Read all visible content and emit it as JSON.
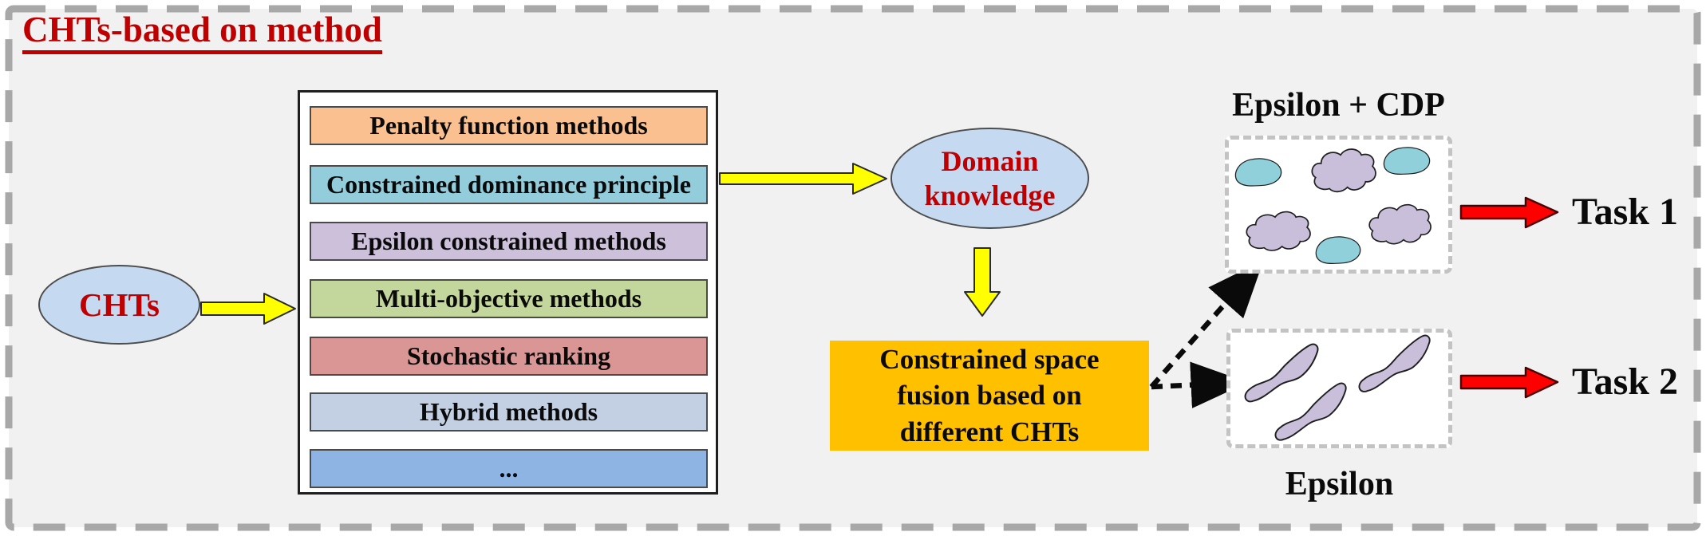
{
  "colors": {
    "background": "#f1f1f1",
    "frame_stroke": "#a8a8a8",
    "title_red": "#c00000",
    "node_fill": "#c5d9f1",
    "node_stroke": "#4d4d4d",
    "yellow": "#ffff00",
    "red_arrow": "#ff0000",
    "fusion_orange": "#ffc000",
    "teal_shape": "#8fd0db",
    "lavender_shape": "#c9bfda",
    "dashed_box_border": "#c3c3c3",
    "text_black": "#0a0a0a"
  },
  "frame": {
    "title": "CHTs-based on method"
  },
  "chts": {
    "label": "CHTs"
  },
  "methods": {
    "items": [
      {
        "label": "Penalty function methods",
        "color": "#fac090"
      },
      {
        "label": "Constrained dominance principle",
        "color": "#93cddc"
      },
      {
        "label": "Epsilon constrained methods",
        "color": "#ccc0da"
      },
      {
        "label": "Multi-objective methods",
        "color": "#c3d69b"
      },
      {
        "label": "Stochastic ranking",
        "color": "#d99694"
      },
      {
        "label": "Hybrid methods",
        "color": "#c3d0e3"
      },
      {
        "label": "...",
        "color": "#8db4e2"
      }
    ]
  },
  "domain": {
    "label": "Domain knowledge"
  },
  "fusion": {
    "label": "Constrained space fusion based on different CHTs"
  },
  "epsilon_cdp": {
    "title": "Epsilon + CDP",
    "task": "Task 1"
  },
  "epsilon": {
    "caption": "Epsilon",
    "task": "Task 2"
  },
  "icons": {
    "yellow_arrow_right": "block arrow, yellow fill, black outline",
    "yellow_arrow_down": "block arrow, yellow fill, black outline",
    "red_arrow_right": "block arrow, red fill, dark outline",
    "dashed_arrow": "black dashed line with solid arrowhead",
    "cloud_shape": "puffy cloud blob",
    "teal_blob": "smooth egg-shaped blob",
    "wave_blade": "curved swoosh shape"
  }
}
